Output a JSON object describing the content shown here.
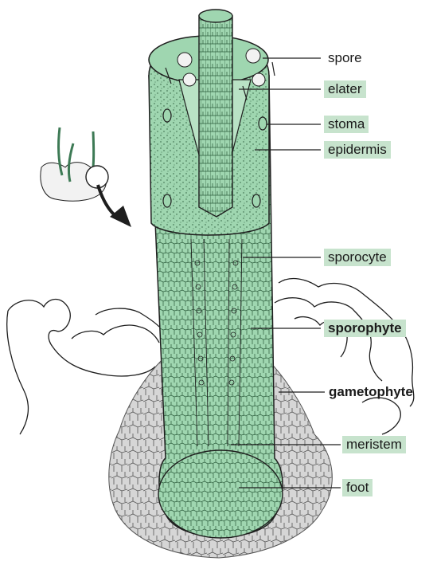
{
  "labels": {
    "spore": "spore",
    "elater": "elater",
    "stoma": "stoma",
    "epidermis": "epidermis",
    "sporocyte": "sporocyte",
    "sporophyte": "sporophyte",
    "gametophyte": "gametophyte",
    "meristem": "meristem",
    "foot": "foot"
  },
  "colors": {
    "sporophyte_fill": "#9fd6b0",
    "label_highlight": "#c7e3cd",
    "gametophyte_fill": "#d6d6d6",
    "outline": "#1e1e1e"
  }
}
